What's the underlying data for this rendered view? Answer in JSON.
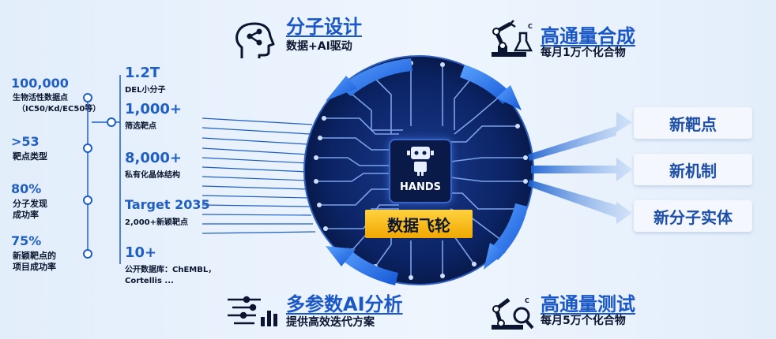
{
  "left_stats": [
    {
      "value": "100,000",
      "label_lines": [
        "生物活性数据点",
        "（IC50/Kd/EC50等）"
      ]
    },
    {
      "value": ">53",
      "label_lines": [
        "靶点类型"
      ]
    },
    {
      "value": "80%",
      "label_lines": [
        "分子发现",
        "成功率"
      ]
    },
    {
      "value": "75%",
      "label_lines": [
        "新颖靶点的",
        "项目成功率"
      ]
    }
  ],
  "mid_stats": [
    {
      "value": "1.2T",
      "label_lines": [
        "DEL小分子"
      ]
    },
    {
      "value": "1,000+",
      "label_lines": [
        "筛选靶点"
      ]
    },
    {
      "value": "8,000+",
      "label_lines": [
        "私有化晶体结构"
      ]
    },
    {
      "value": "Target 2035",
      "label_lines": [
        "2,000+新颖靶点"
      ]
    },
    {
      "value": "10+",
      "label_lines": [
        "公开数据库：ChEMBL，",
        "Cortellis ..."
      ]
    }
  ],
  "hub": {
    "chip_label": "HANDS",
    "banner": "数据飞轮"
  },
  "modules": {
    "top_left": {
      "title": "分子设计",
      "subtitle": "数据+AI驱动",
      "icon": "brain-molecule-icon"
    },
    "top_right": {
      "title": "高通量合成",
      "subtitle": "每月1万个化合物",
      "icon": "robot-arm-flask-icon"
    },
    "bottom_left": {
      "title": "多参数AI分析",
      "subtitle": "提供高效迭代方案",
      "icon": "data-analytics-icon"
    },
    "bottom_right": {
      "title": "高通量测试",
      "subtitle": "每月5万个化合物",
      "icon": "robot-arm-microscope-icon"
    }
  },
  "outputs": [
    "新靶点",
    "新机制",
    "新分子实体"
  ],
  "colors": {
    "accent_blue": "#1a57c7",
    "dark_navy": "#0d1f4f",
    "gold": "#f5b800",
    "bg": "#e8f1fc"
  }
}
